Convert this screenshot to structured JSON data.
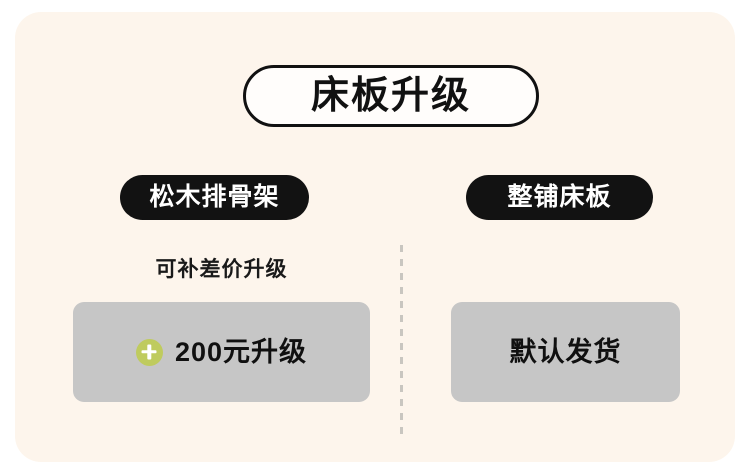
{
  "panel": {
    "background_color": "#FDF5EC",
    "page_background_color": "#FFFFFF"
  },
  "header": {
    "title": "床板升级",
    "title_pill": {
      "border_color": "#111111",
      "fill_color": "#FFFDFB",
      "text_color": "#111111"
    }
  },
  "columns": [
    {
      "id": "pine-slat-frame",
      "badge_label": "松木排骨架",
      "badge_bg_color": "#121212",
      "badge_text_color": "#FFFFFF",
      "note": "可补差价升级",
      "option": {
        "icon": "plus-circle-icon",
        "icon_color": "#BFCB5E",
        "label": "200元升级",
        "box_color": "#C6C6C6"
      }
    },
    {
      "id": "full-bed-board",
      "badge_label": "整铺床板",
      "badge_bg_color": "#121212",
      "badge_text_color": "#FFFFFF",
      "note": "",
      "option": {
        "icon": "",
        "icon_color": "",
        "label": "默认发货",
        "box_color": "#C6C6C6"
      }
    }
  ],
  "divider": {
    "style": "dashed-vertical",
    "color": "#C9C6C0"
  }
}
